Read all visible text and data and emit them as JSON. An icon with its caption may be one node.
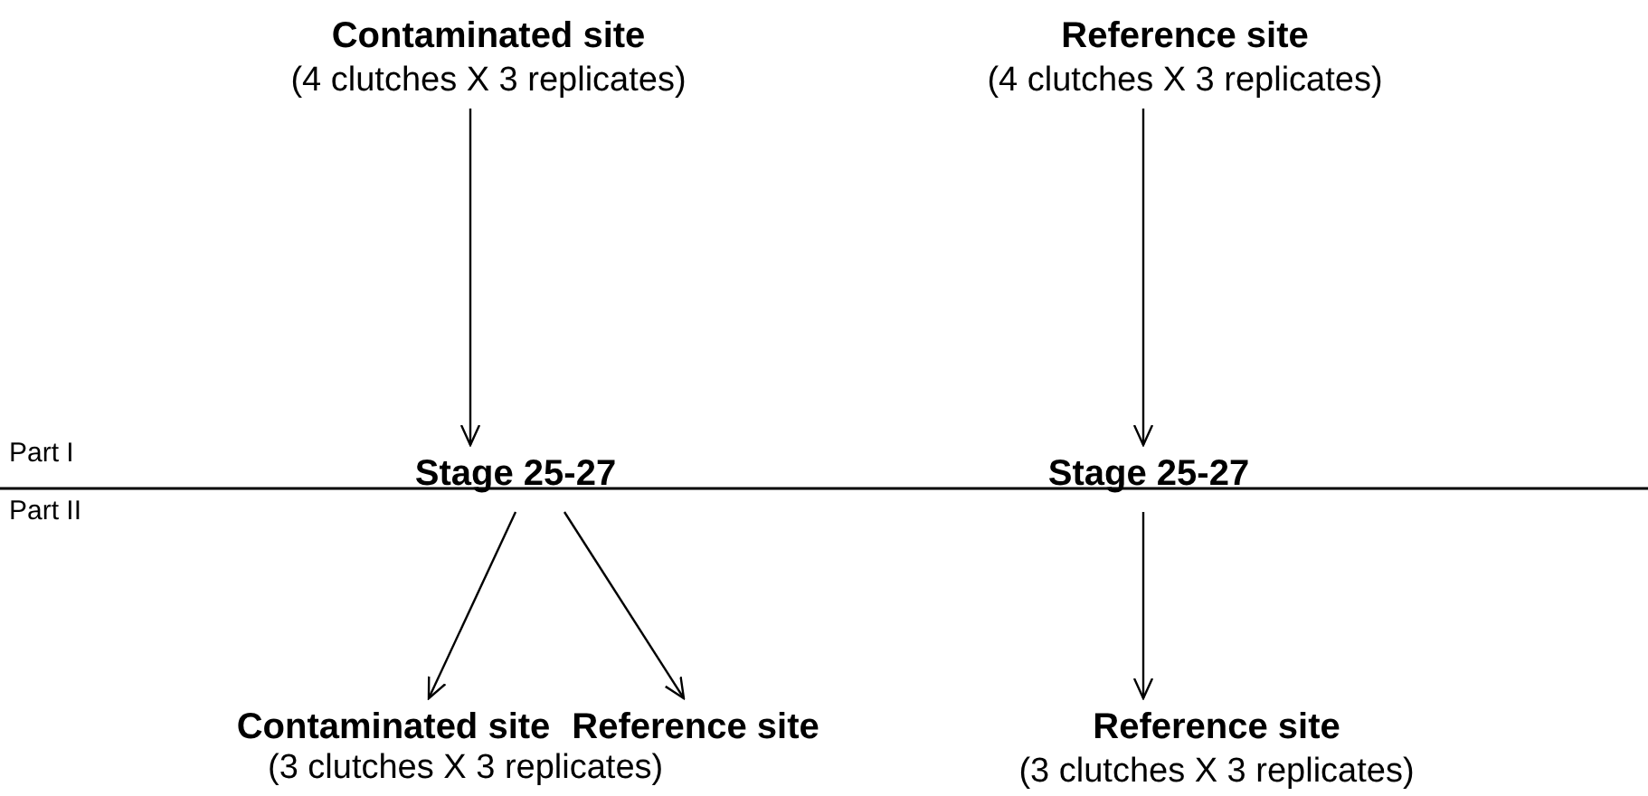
{
  "diagram": {
    "nodes": [
      {
        "text": [
          "Contaminated site",
          "(4 clutches X 3 replicates)"
        ]
      },
      {
        "text": [
          "Reference site",
          "(4 clutches X 3 replicates)"
        ]
      },
      {
        "text": [
          "Stage 25-27"
        ]
      },
      {
        "text": [
          "Stage 25-27"
        ]
      },
      {
        "text": [
          "Contaminated site"
        ]
      },
      {
        "text": [
          "Reference site"
        ]
      },
      {
        "text": [
          "Reference site",
          "(3 clutches X 3 replicates)"
        ]
      }
    ],
    "edges": [
      {
        "from": 0,
        "to": 2,
        "arrow": "to"
      },
      {
        "from": 1,
        "to": 3,
        "arrow": "to"
      },
      {
        "from": 2,
        "to": 4,
        "arrow": "to"
      },
      {
        "from": 2,
        "to": 5,
        "arrow": "to"
      },
      {
        "from": 3,
        "to": 6,
        "arrow": "to"
      }
    ],
    "labels": [
      "Part I",
      "Part II",
      "(3 clutches X 3 replicates)"
    ]
  }
}
